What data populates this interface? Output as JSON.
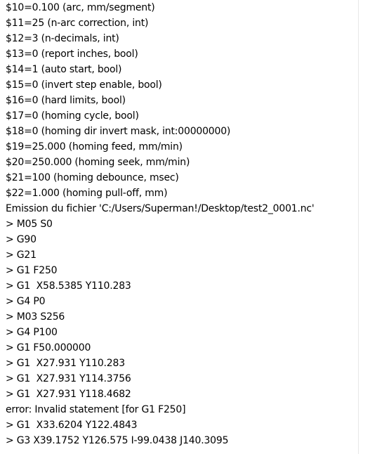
{
  "console": {
    "lines": [
      "$10=0.100 (arc, mm/segment)",
      "$11=25 (n-arc correction, int)",
      "$12=3 (n-decimals, int)",
      "$13=0 (report inches, bool)",
      "$14=1 (auto start, bool)",
      "$15=0 (invert step enable, bool)",
      "$16=0 (hard limits, bool)",
      "$17=0 (homing cycle, bool)",
      "$18=0 (homing dir invert mask, int:00000000)",
      "$19=25.000 (homing feed, mm/min)",
      "$20=250.000 (homing seek, mm/min)",
      "$21=100 (homing debounce, msec)",
      "$22=1.000 (homing pull-off, mm)",
      "Emission du fichier 'C:/Users/Superman!/Desktop/test2_0001.nc'",
      "> M05 S0",
      "> G90",
      "> G21",
      "> G1 F250",
      "> G1  X58.5385 Y110.283",
      "> G4 P0",
      "> M03 S256",
      "> G4 P100",
      "> G1 F50.000000",
      "> G1  X27.931 Y110.283",
      "> G1  X27.931 Y114.3756",
      "> G1  X27.931 Y118.4682",
      "error: Invalid statement [for G1 F250]",
      "> G1  X33.6204 Y122.4843",
      "> G3 X39.1752 Y126.575 I-99.0438 J140.3095"
    ]
  }
}
